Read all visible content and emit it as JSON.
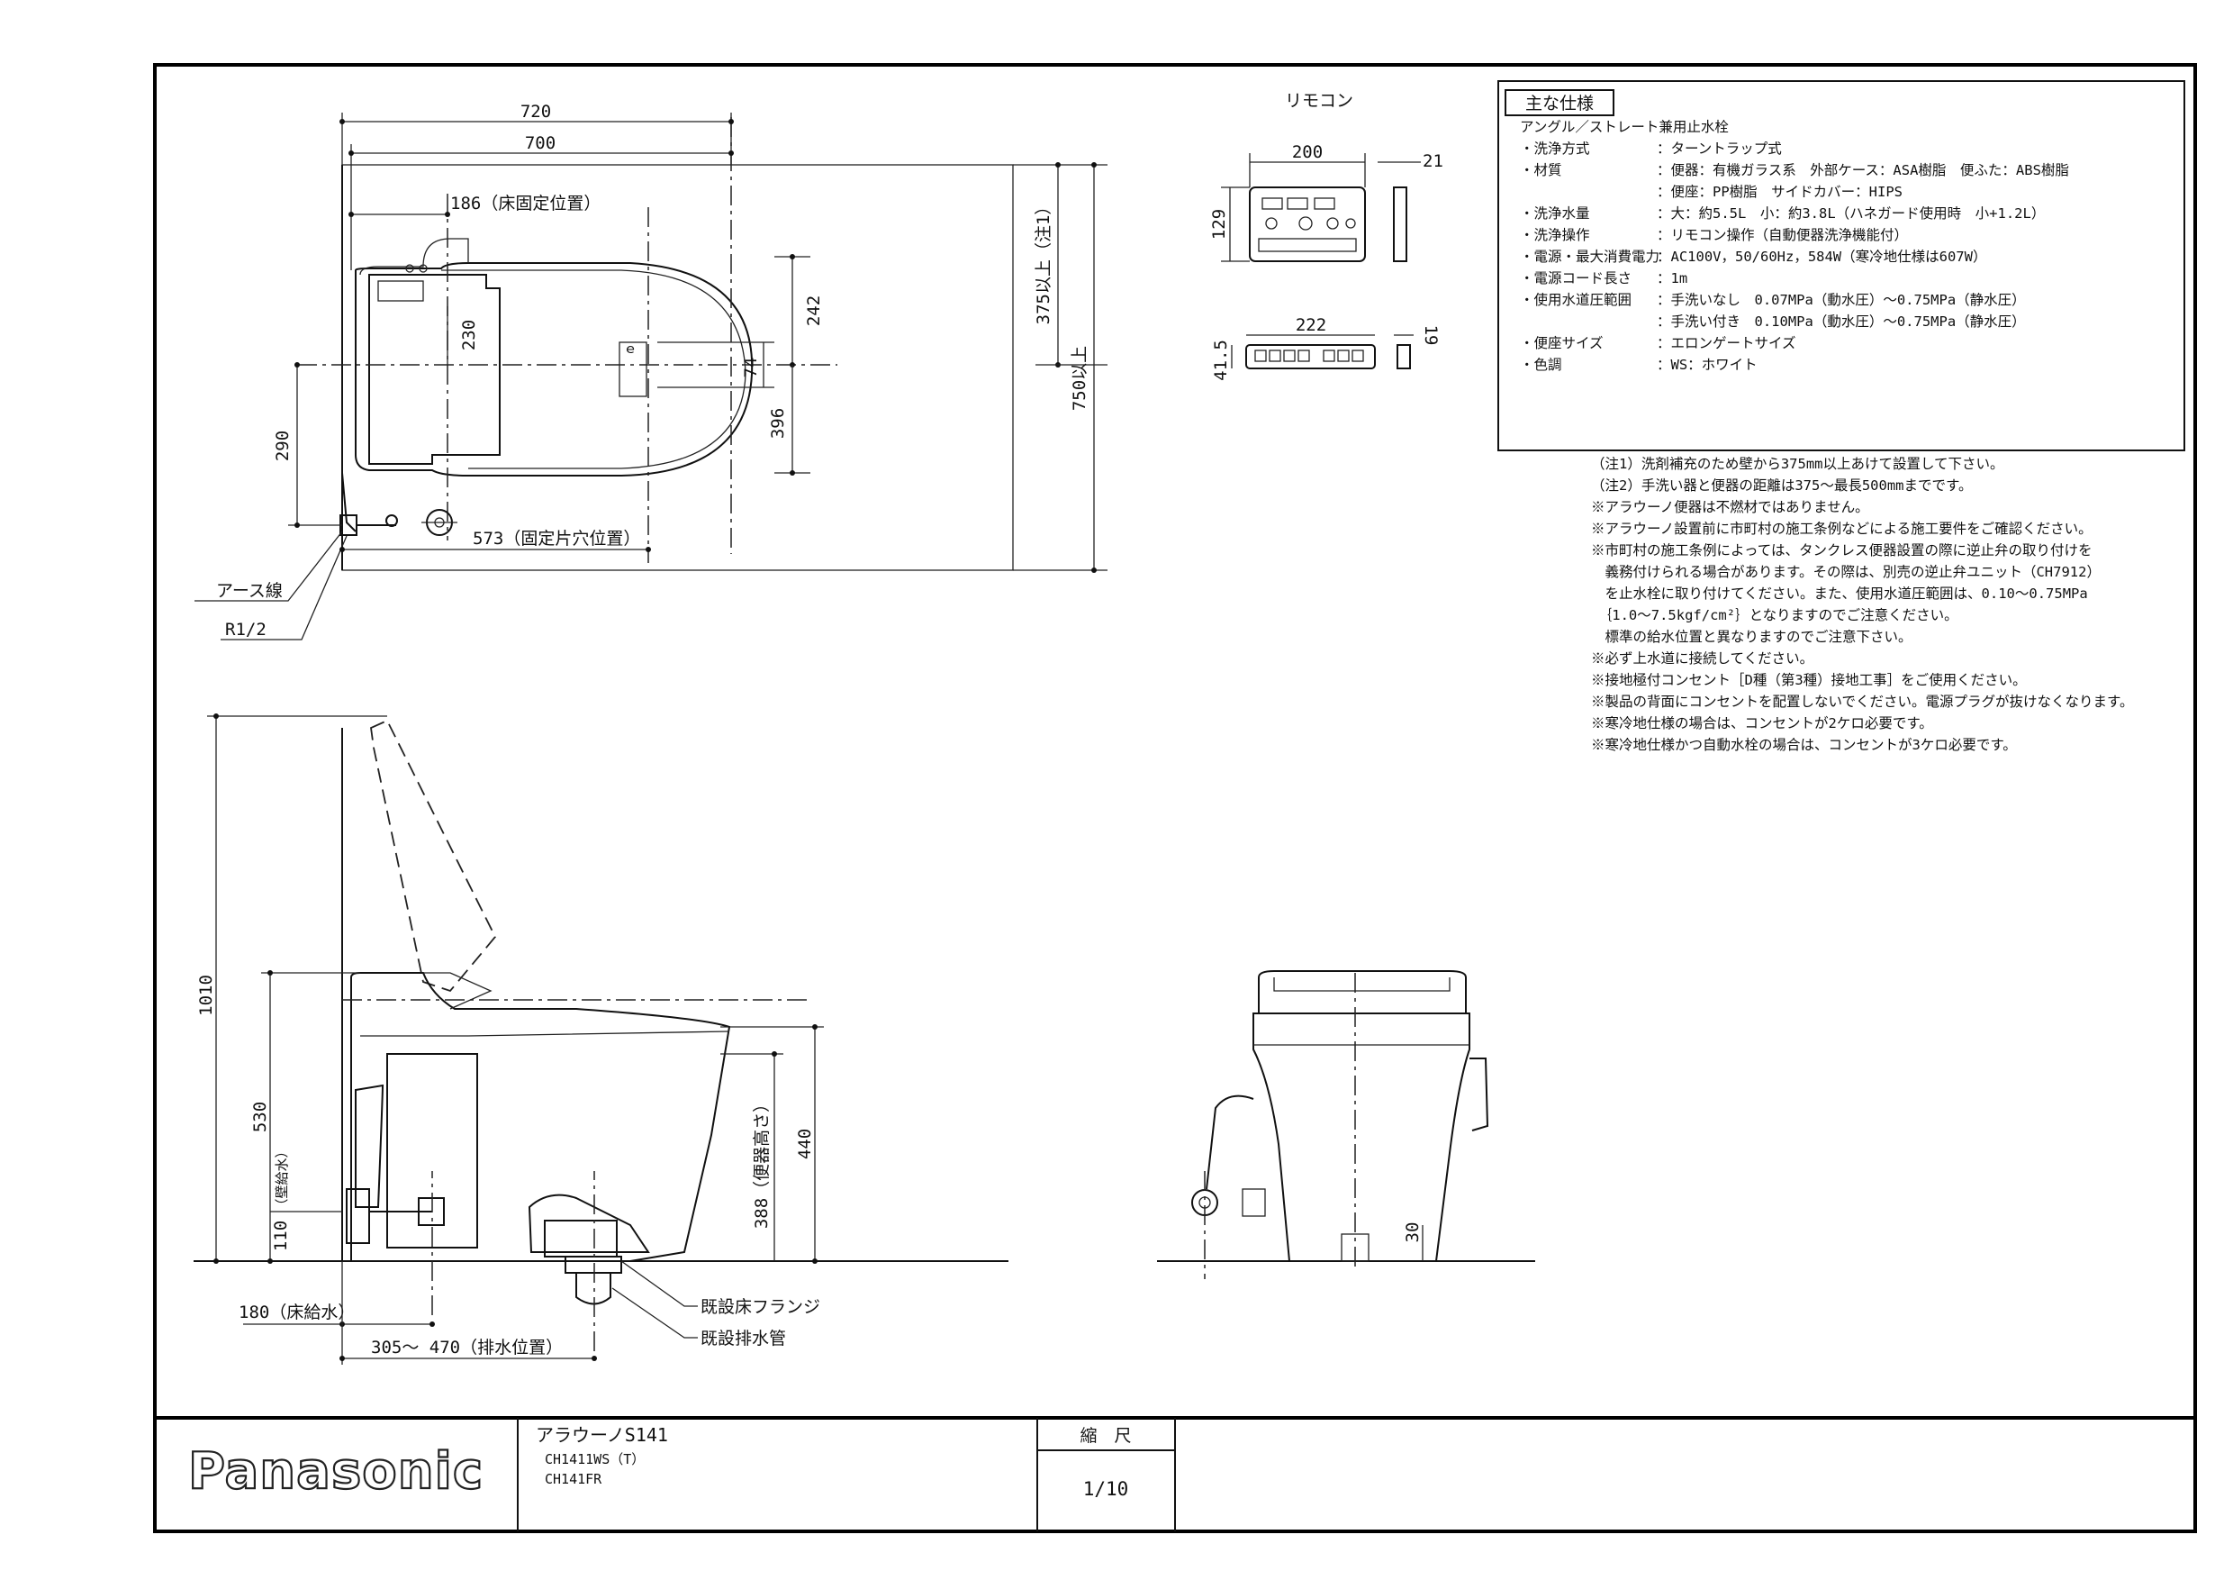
{
  "remote_label": "リモコン",
  "dims_plan": {
    "w720": "720",
    "w700": "700",
    "floor_fix": "186（床固定位置）",
    "d230": "230",
    "d242": "242",
    "d74": "74",
    "d396": "396",
    "d290": "290",
    "fix_hole": "573（固定片穴位置）",
    "note1": "375以上（注1）",
    "d750": "750以上",
    "earth_wire": "アース線",
    "r12": "R1/2"
  },
  "dims_remote": {
    "w200": "200",
    "t21": "21",
    "h129": "129",
    "w222": "222",
    "h41": "41.5",
    "t19": "19"
  },
  "dims_side": {
    "d1010": "1010",
    "d530": "530",
    "wall_supply": "（壁給水）",
    "d110": "110",
    "d440": "440",
    "seat_height": "388（便器高さ）",
    "floor_supply": "180（床給水）",
    "drain_pos": "305～ 470（排水位置）",
    "flange": "既設床フランジ",
    "drain_pipe": "既設排水管"
  },
  "dims_front": {
    "d30": "30"
  },
  "spec": {
    "title": "主な仕様",
    "subtitle": "アングル／ストレート兼用止水栓",
    "rows": [
      {
        "label": "・洗浄方式",
        "value": "：ターントラップ式"
      },
      {
        "label": "・材質",
        "value": "：便器：有機ガラス系　外部ケース：ASA樹脂　便ふた：ABS樹脂"
      },
      {
        "label": "",
        "value": "：便座：PP樹脂　サイドカバー：HIPS"
      },
      {
        "label": "・洗浄水量",
        "value": "：大：約5.5L　小：約3.8L（ハネガード使用時　小+1.2L）"
      },
      {
        "label": "・洗浄操作",
        "value": "：リモコン操作（自動便器洗浄機能付）"
      },
      {
        "label": "・電源・最大消費電力",
        "value": "：AC100V，50/60Hz，584W（寒冷地仕様は607W）"
      },
      {
        "label": "・電源コード長さ",
        "value": "：1m"
      },
      {
        "label": "・使用水道圧範囲",
        "value": "：手洗いなし　0.07MPa（動水圧）～0.75MPa（静水圧）"
      },
      {
        "label": "",
        "value": "：手洗い付き　0.10MPa（動水圧）～0.75MPa（静水圧）"
      },
      {
        "label": "・便座サイズ",
        "value": "：エロンゲートサイズ"
      },
      {
        "label": "・色調",
        "value": "：WS：ホワイト"
      }
    ]
  },
  "notes": [
    "（注1）洗剤補充のため壁から375mm以上あけて設置して下さい。",
    "（注2）手洗い器と便器の距離は375～最長500mmまでです。",
    "※アラウーノ便器は不燃材ではありません。",
    "※アラウーノ設置前に市町村の施工条例などによる施工要件をご確認ください。",
    "※市町村の施工条例によっては、タンクレス便器設置の際に逆止弁の取り付けを",
    "　義務付けられる場合があります。その際は、別売の逆止弁ユニット（CH7912）",
    "　を止水栓に取り付けてください。また、使用水道圧範囲は、0.10～0.75MPa",
    "　｛1.0～7.5kgf/cm²｝となりますのでご注意ください。",
    "　標準の給水位置と異なりますのでご注意下さい。",
    "※必ず上水道に接続してください。",
    "※接地極付コンセント［D種（第3種）接地工事］をご使用ください。",
    "※製品の背面にコンセントを配置しないでください。電源プラグが抜けなくなります。",
    "※寒冷地仕様の場合は、コンセントが2ケロ必要です。",
    "※寒冷地仕様かつ自動水栓の場合は、コンセントが3ケロ必要です。"
  ],
  "title_block": {
    "brand": "Panasonic",
    "product": "アラウーノS141",
    "model1": "CH1411WS（T）",
    "model2": "CH141FR",
    "scale_label": "縮　尺",
    "scale": "1/10"
  }
}
